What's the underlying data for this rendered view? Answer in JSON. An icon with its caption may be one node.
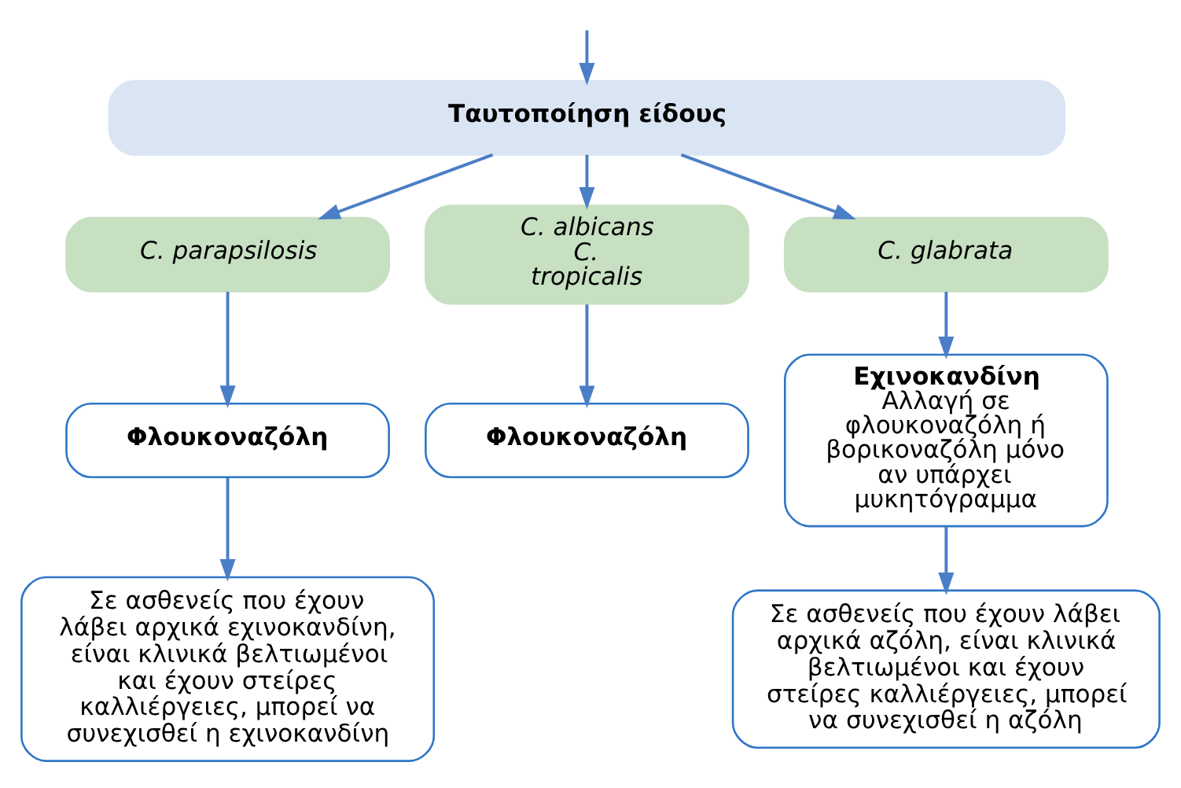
{
  "diagram": {
    "nodes": [
      {
        "text": [
          "Ταυτοποίηση είδους"
        ]
      },
      {
        "text": [
          "C. parapsilosis"
        ]
      },
      {
        "text": [
          "C. albicans C. tropicalis"
        ]
      },
      {
        "text": [
          "C. glabrata"
        ]
      },
      {
        "text": [
          "Φλουκοναζόλη"
        ]
      },
      {
        "text": [
          "Φλουκοναζόλη"
        ]
      },
      {
        "text": [
          "Εχινοκανδίνη",
          "Αλλαγή σε φλουκοναζόλη ή βορικοναζόλη μόνο αν υπάρχει μυκητόγραμμα"
        ]
      },
      {
        "text": [
          "Σε ασθενείς που έχουν λάβει αρχικά εχινοκανδίνη, είναι κλινικά βελτιωμένοι και έχουν στείρες καλλιέργειες, μπορεί να συνεχισθεί η εχινοκανδίνη"
        ]
      },
      {
        "text": [
          "Σε ασθενείς που έχουν λάβει αρχικά αζόλη, είναι κλινικά βελτιωμένοι και έχουν στείρες καλλιέργειες, μπορεί να συνεχισθεί η αζόλη"
        ]
      }
    ],
    "edges": [
      {
        "from": null,
        "to": 0,
        "arrow": "to"
      },
      {
        "from": 0,
        "to": 1,
        "arrow": "to"
      },
      {
        "from": 0,
        "to": 2,
        "arrow": "to"
      },
      {
        "from": 0,
        "to": 3,
        "arrow": "to"
      },
      {
        "from": 1,
        "to": 4,
        "arrow": "to"
      },
      {
        "from": 2,
        "to": 5,
        "arrow": "to"
      },
      {
        "from": 3,
        "to": 6,
        "arrow": "to"
      },
      {
        "from": 4,
        "to": 7,
        "arrow": "to"
      },
      {
        "from": 6,
        "to": 8,
        "arrow": "to"
      }
    ]
  }
}
